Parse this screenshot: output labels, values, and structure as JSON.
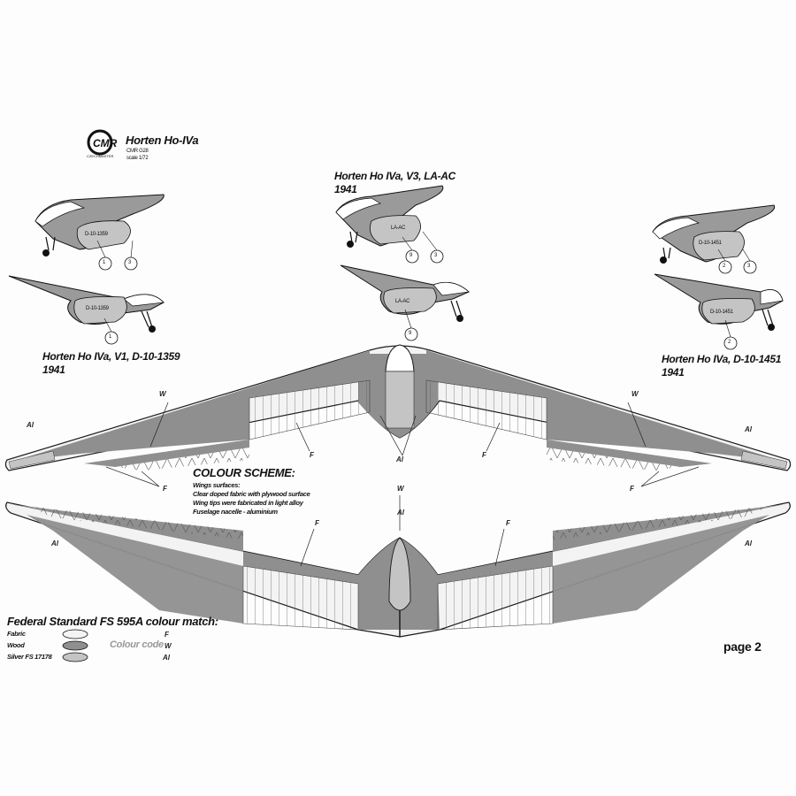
{
  "header": {
    "logo_text": "CMR",
    "logo_subtext": "CZECHMASTER",
    "title": "Horten Ho-IVa",
    "code": "CMR G28",
    "scale": "scale 1/72"
  },
  "profiles": [
    {
      "caption_line1": "Horten Ho IVa, V1, D-10-1359",
      "caption_line2": "1941",
      "registration": "D-10-1359",
      "callouts": [
        "1",
        "3",
        "1"
      ]
    },
    {
      "caption_line1": "Horten Ho IVa, V3, LA-AC",
      "caption_line2": "1941",
      "registration": "LA-AC",
      "callouts": [
        "9",
        "3",
        "9"
      ]
    },
    {
      "caption_line1": "Horten Ho IVa, D-10-1451",
      "caption_line2": "1941",
      "registration": "D-10-1451",
      "callouts": [
        "2",
        "3",
        "2"
      ]
    }
  ],
  "colour_scheme": {
    "heading": "COLOUR SCHEME:",
    "lines": [
      "Wings surfaces:",
      "Clear doped fabric with plywood surface",
      "Wing tips were fabricated in light alloy",
      "Fuselage nacelle - aluminium"
    ]
  },
  "colour_match": {
    "heading": "Federal Standard FS 595A colour match:",
    "items": [
      {
        "label": "Fabric",
        "code": "F",
        "swatch": "#f4f4f4"
      },
      {
        "label": "Wood",
        "code": "W",
        "swatch": "#8f8f8f"
      },
      {
        "label": "Silver FS 17178",
        "code": "Al",
        "swatch": "#c4c4c4"
      }
    ],
    "colour_code_label": "Colour code"
  },
  "plan_markers": {
    "wood": "W",
    "fabric": "F",
    "aluminium": "Al"
  },
  "page_label": "page 2",
  "colors": {
    "wood": "#8f8f8f",
    "fabric": "#f4f4f4",
    "metal": "#c4c4c4",
    "ink": "#1a1a1a"
  }
}
